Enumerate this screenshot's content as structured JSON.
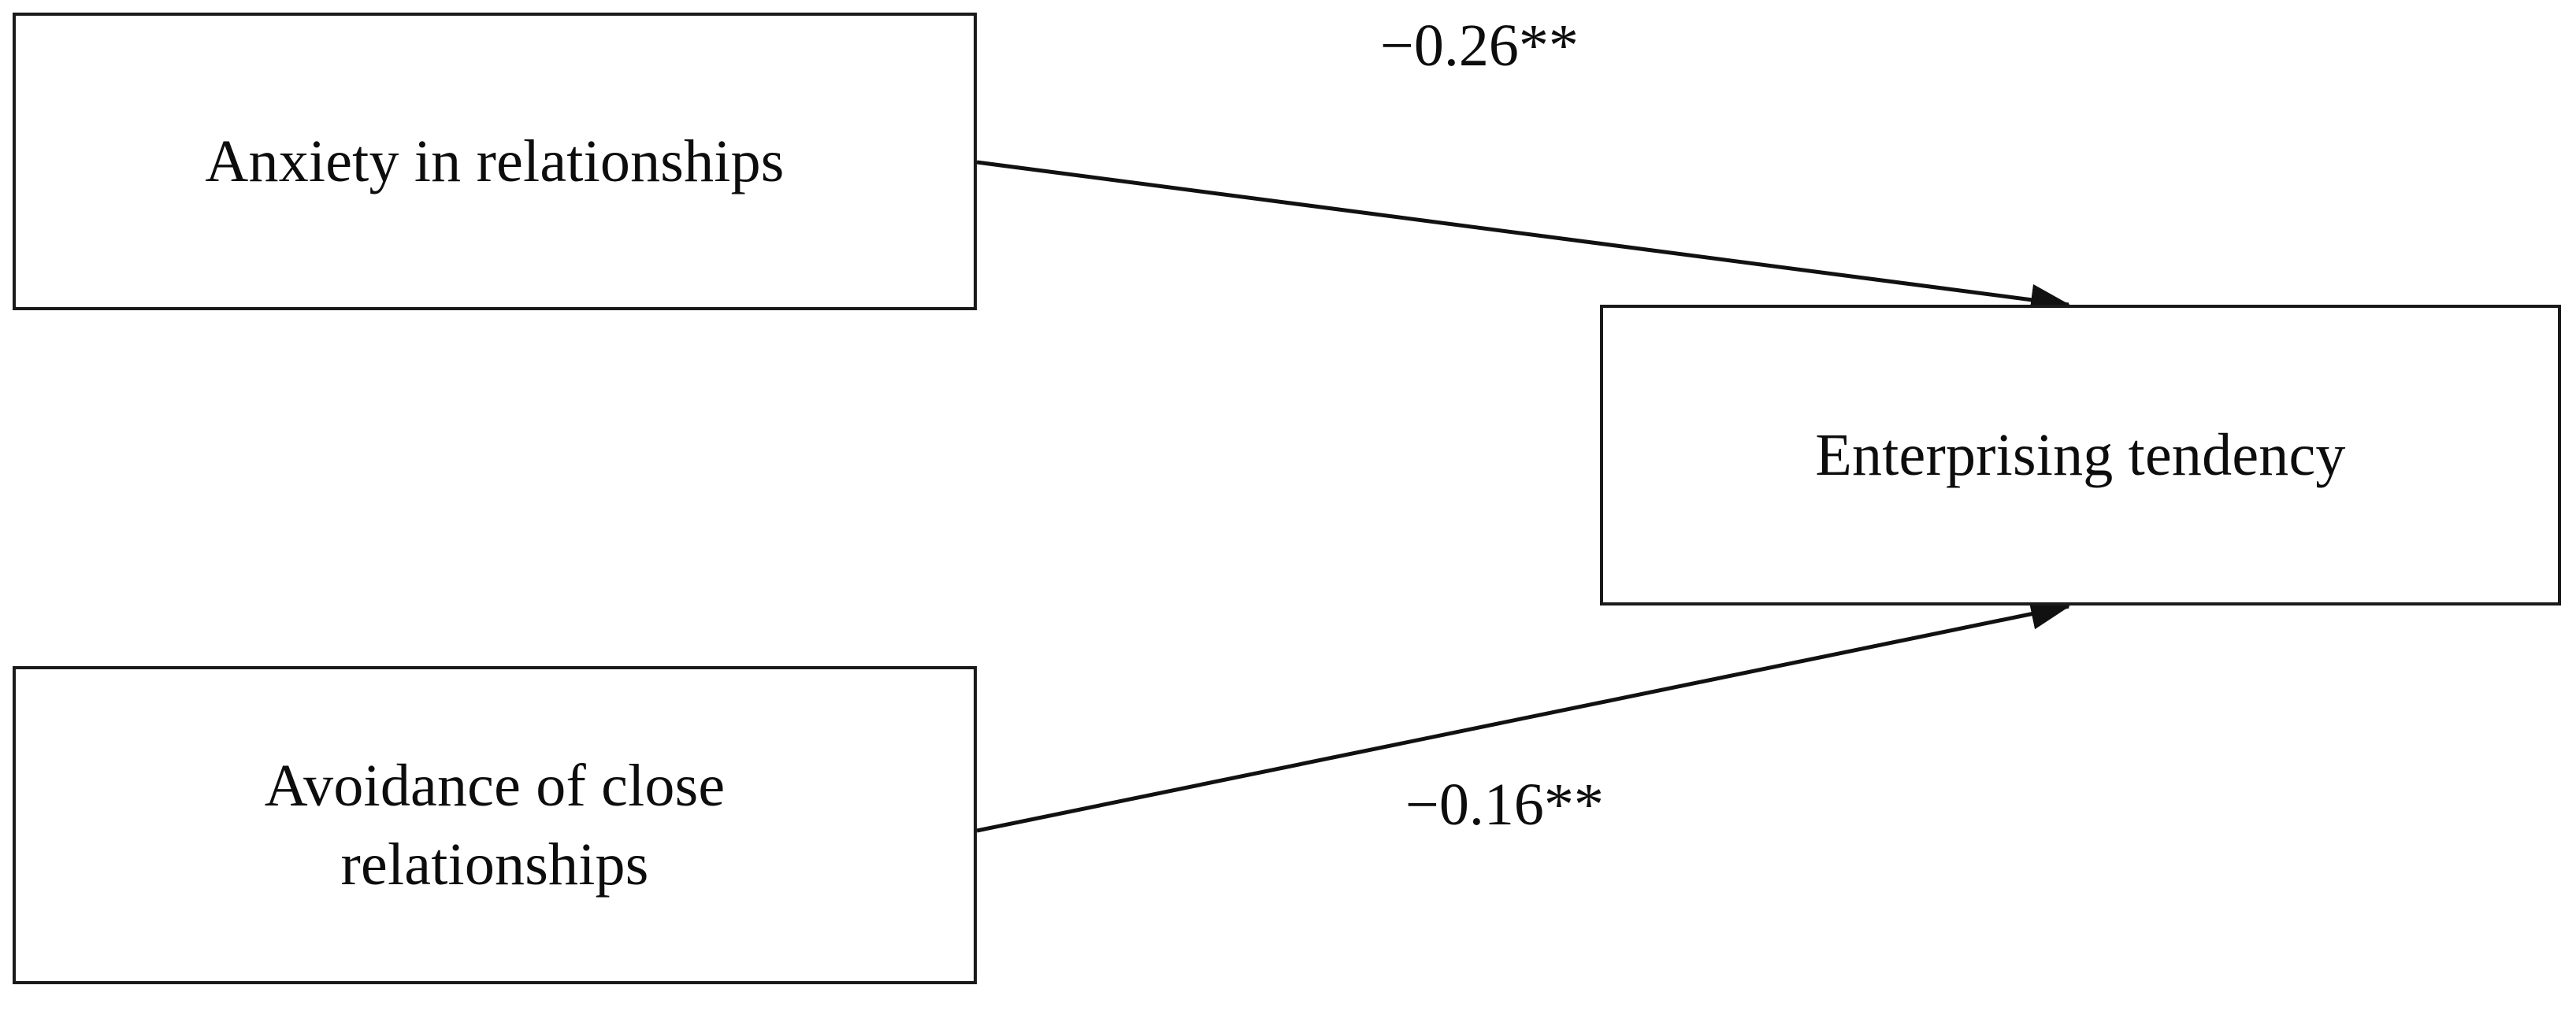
{
  "diagram": {
    "type": "path-model",
    "background_color": "#ffffff",
    "stroke_color": "#1a1a1a",
    "text_color": "#0d0d0d",
    "nodes": [
      {
        "id": "anxiety",
        "label": "Anxiety in relationships",
        "role": "predictor"
      },
      {
        "id": "avoidance",
        "label": "Avoidance of close\nrelationships",
        "role": "predictor"
      },
      {
        "id": "enterprising",
        "label": "Enterprising tendency",
        "role": "outcome"
      }
    ],
    "edges": [
      {
        "id": "anxiety-to-enterprising",
        "from": "anxiety",
        "to": "enterprising",
        "coefficient": "−0.26**",
        "value": -0.26,
        "significance": "**",
        "arrow": "single-headed"
      },
      {
        "id": "avoidance-to-enterprising",
        "from": "avoidance",
        "to": "enterprising",
        "coefficient": "−0.16**",
        "value": -0.16,
        "significance": "**",
        "arrow": "single-headed"
      }
    ]
  }
}
